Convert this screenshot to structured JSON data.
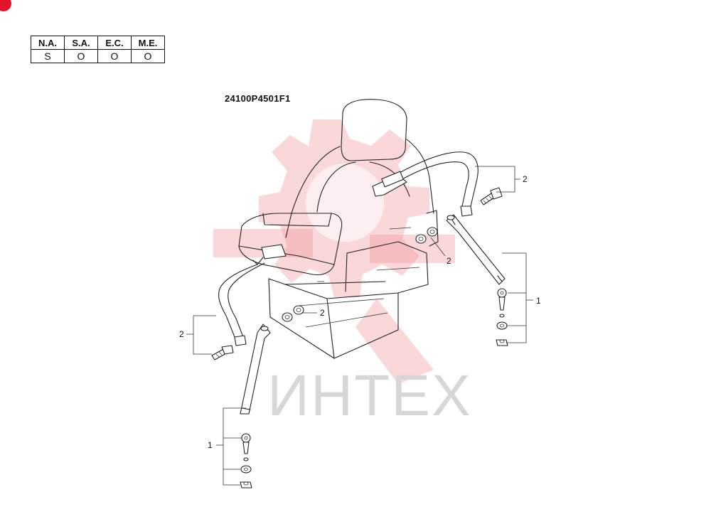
{
  "applicability_table": {
    "headers": [
      "N.A.",
      "S.A.",
      "E.C.",
      "M.E."
    ],
    "values": [
      "S",
      "O",
      "O",
      "O"
    ]
  },
  "drawing_code": "24100P4501F1",
  "callouts": {
    "upper_right_bolt": "2",
    "upper_right_nuts": "2",
    "center_nuts": "2",
    "left_bolt": "2",
    "right_fittings": "1",
    "left_fittings": "1"
  },
  "watermark": {
    "text": "ИНТЕХ",
    "logo_icon": "red-gear-logo",
    "logo_color": "#f08a8f"
  },
  "colors": {
    "corner_mark": "#e3132c",
    "line": "#222222"
  }
}
